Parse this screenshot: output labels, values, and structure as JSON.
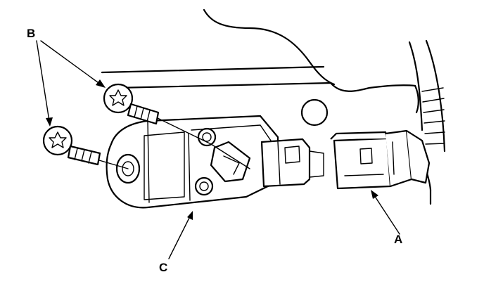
{
  "callouts": {
    "a": "A",
    "b": "B",
    "c": "C"
  },
  "colors": {
    "line": "#000000",
    "background": "#ffffff"
  },
  "icons": {
    "fastener": "torx-bolt-icon",
    "connector": "electrical-connector-icon"
  }
}
